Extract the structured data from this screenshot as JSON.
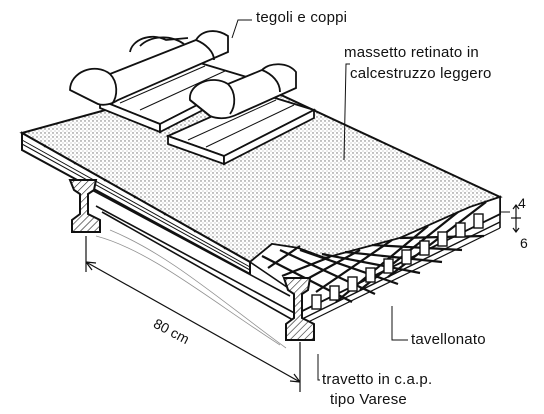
{
  "labels": {
    "tiles": "tegoli e coppi",
    "screed_line1": "massetto  retinato in",
    "screed_line2": "calcestruzzo leggero",
    "hollow_tiles": "tavellonato",
    "joist_line1": "travetto  in c.a.p.",
    "joist_line2": "tipo Varese"
  },
  "dimensions": {
    "spacing": "80 cm",
    "screed_thickness": "4",
    "tile_thickness": "6"
  }
}
